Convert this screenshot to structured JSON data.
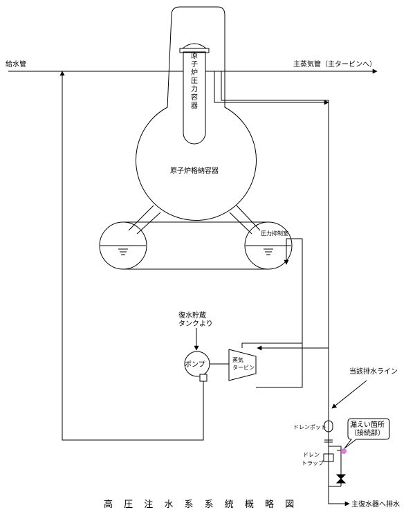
{
  "title": "高 圧 注 水 系 系 統 概 略 図",
  "labels": {
    "feedwater_pipe": "給水管",
    "main_steam_pipe": "主蒸気管（主タービンへ）",
    "rpv": "原子炉圧力容器",
    "containment": "原子炉格納容器",
    "suppression_chamber": "圧力抑制室",
    "cst_line1": "復水貯蔵",
    "cst_line2": "タンクより",
    "pump": "ポンプ",
    "turbine_line1": "蒸気",
    "turbine_line2": "タービン",
    "drain_line": "当該排水ライン",
    "drain_pot": "ドレンポット",
    "drain_trap_line1": "ドレン",
    "drain_trap_line2": "トラップ",
    "leak_line1": "漏えい箇所",
    "leak_line2": "（接続部）",
    "to_condenser": "主復水器へ排水"
  },
  "colors": {
    "line": "#000000",
    "leak_marker": "#e27ad8",
    "background": "#ffffff"
  }
}
